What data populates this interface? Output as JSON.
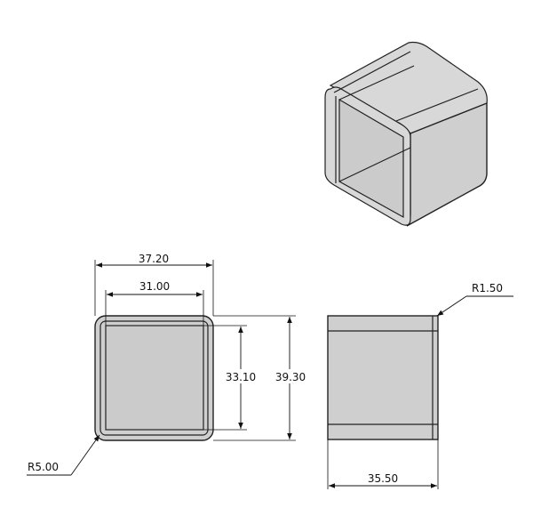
{
  "dimensions": {
    "outer_width": "37.20",
    "inner_width": "31.00",
    "inner_height": "33.10",
    "outer_height": "39.30",
    "outer_radius": "R5.00",
    "edge_radius": "R1.50",
    "depth": "35.50"
  },
  "colors": {
    "part_fill": "#cfcfcf",
    "line": "#222222",
    "background": "#ffffff"
  }
}
